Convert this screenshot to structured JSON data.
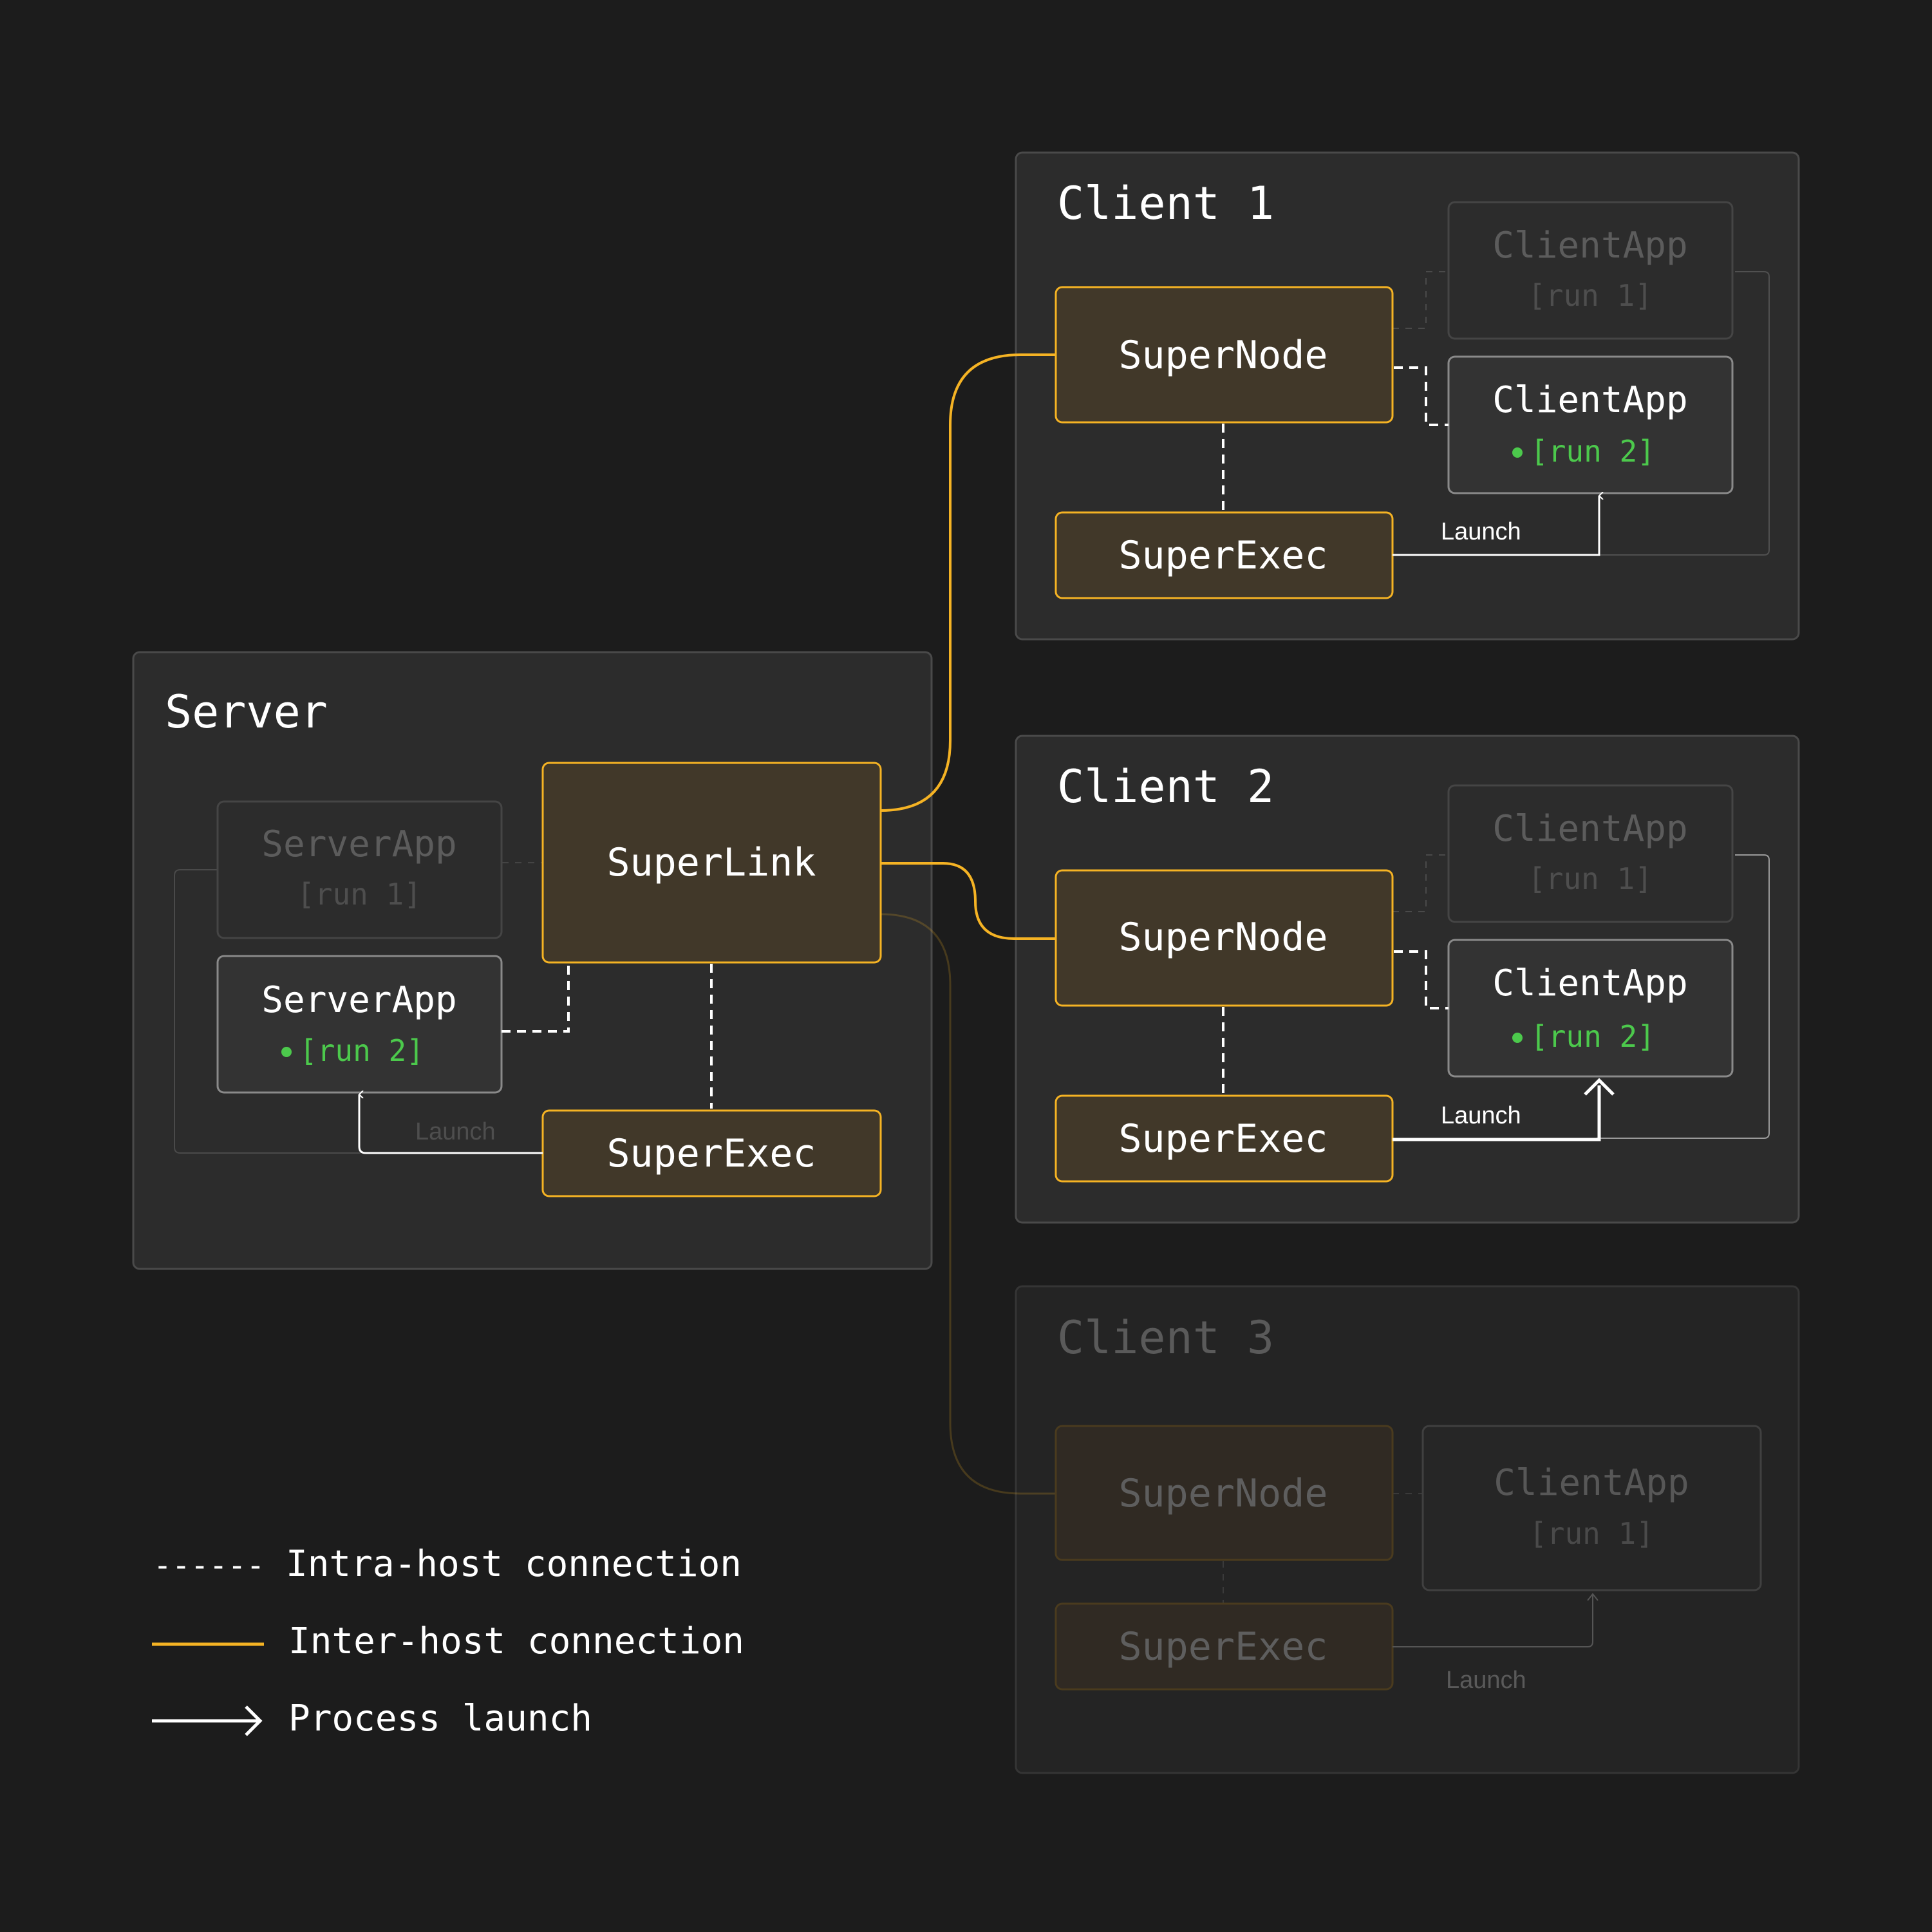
{
  "colors": {
    "background": "#1c1c1c",
    "host_panel": "#2c2c2c",
    "host_border": "#4a4a4a",
    "component_fill": "#413829",
    "accent": "#f5b324",
    "text": "#ffffff",
    "run_active": "#4cc94c"
  },
  "hosts": {
    "server": {
      "title": "Server"
    },
    "client1": {
      "title": "Client 1"
    },
    "client2": {
      "title": "Client 2"
    },
    "client3": {
      "title": "Client 3"
    }
  },
  "server": {
    "superlink": "SuperLink",
    "superexec": "SuperExec",
    "serverapp_run1": {
      "name": "ServerApp",
      "run": "[run 1]"
    },
    "serverapp_run2": {
      "name": "ServerApp",
      "run": "[run 2]"
    },
    "launch": "Launch"
  },
  "client1": {
    "supernode": "SuperNode",
    "superexec": "SuperExec",
    "clientapp_run1": {
      "name": "ClientApp",
      "run": "[run 1]"
    },
    "clientapp_run2": {
      "name": "ClientApp",
      "run": "[run 2]"
    },
    "launch": "Launch"
  },
  "client2": {
    "supernode": "SuperNode",
    "superexec": "SuperExec",
    "clientapp_run1": {
      "name": "ClientApp",
      "run": "[run 1]"
    },
    "clientapp_run2": {
      "name": "ClientApp",
      "run": "[run 2]"
    },
    "launch": "Launch"
  },
  "client3": {
    "supernode": "SuperNode",
    "superexec": "SuperExec",
    "clientapp_run1": {
      "name": "ClientApp",
      "run": "[run 1]"
    },
    "launch": "Launch"
  },
  "legend": {
    "intra": {
      "symbol": "------",
      "label": "Intra-host connection"
    },
    "inter": {
      "label": "Inter-host connection"
    },
    "launch": {
      "label": "Process launch"
    }
  }
}
